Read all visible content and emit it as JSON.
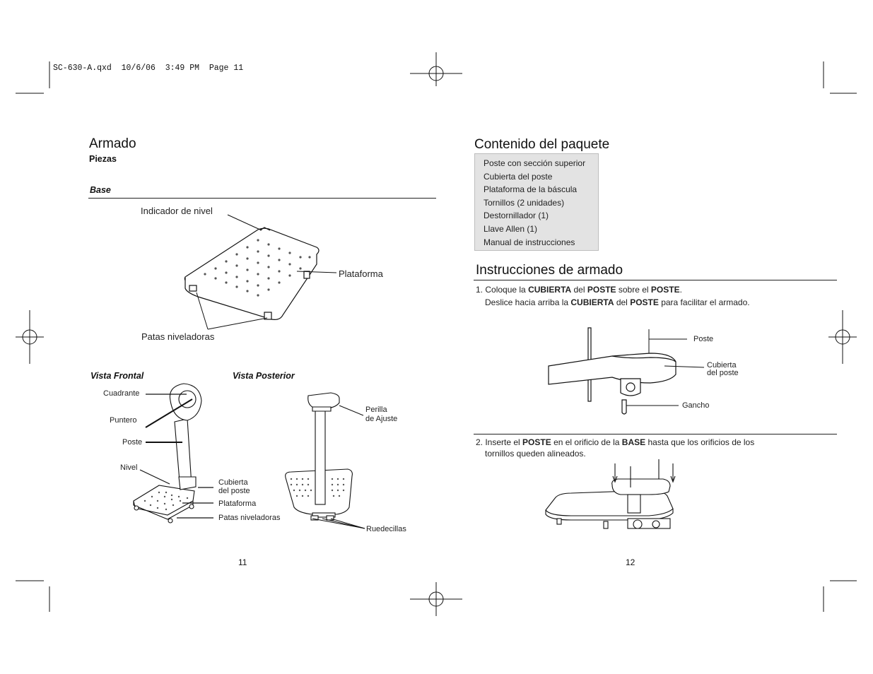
{
  "header": {
    "file_info": "SC-630-A.qxd  10/6/06  3:49 PM  Page 11"
  },
  "left": {
    "title": "Armado",
    "subtitle": "Piezas",
    "base_heading": "Base",
    "base_labels": {
      "level": "Indicador de nivel",
      "platform": "Plataforma",
      "feet": "Patas niveladoras"
    },
    "front_heading": "Vista Frontal",
    "rear_heading": "Vista Posterior",
    "front_labels": {
      "dial": "Cuadrante",
      "pointer": "Puntero",
      "post": "Poste",
      "level": "Nivel",
      "cover_1": "Cubierta",
      "cover_2": "del poste",
      "platform": "Plataforma",
      "feet": "Patas niveladoras"
    },
    "rear_labels": {
      "knob_1": "Perilla",
      "knob_2": "de Ajuste",
      "wheels": "Ruedecillas"
    },
    "page_number": "11"
  },
  "right": {
    "contents_title": "Contenido del paquete",
    "contents_items": [
      "Poste con sección superior",
      "Cubierta del poste",
      "Plataforma de la báscula",
      "Tornillos (2 unidades)",
      "Destornillador (1)",
      "Llave Allen (1)",
      "Manual de instrucciones"
    ],
    "instructions_title": "Instrucciones de armado",
    "step1": {
      "n": "1.",
      "p1": " Coloque la ",
      "b1": "CUBIERTA",
      "p2": " del ",
      "b2": "POSTE",
      "p3": " sobre el ",
      "b3": "POSTE",
      "p4": ".",
      "l2a": "Deslice hacia arriba la ",
      "l2b1": "CUBIERTA",
      "l2c": " del ",
      "l2b2": "POSTE",
      "l2d": " para facilitar el armado."
    },
    "step1_labels": {
      "post": "Poste",
      "cover_1": "Cubierta",
      "cover_2": "del poste",
      "hook": "Gancho"
    },
    "step2": {
      "n": "2.",
      "p1": " Inserte el ",
      "b1": "POSTE",
      "p2": " en el orificio de la ",
      "b2": "BASE",
      "p3": " hasta que los orificios de los",
      "l2": "tornillos queden alineados."
    },
    "page_number": "12"
  }
}
